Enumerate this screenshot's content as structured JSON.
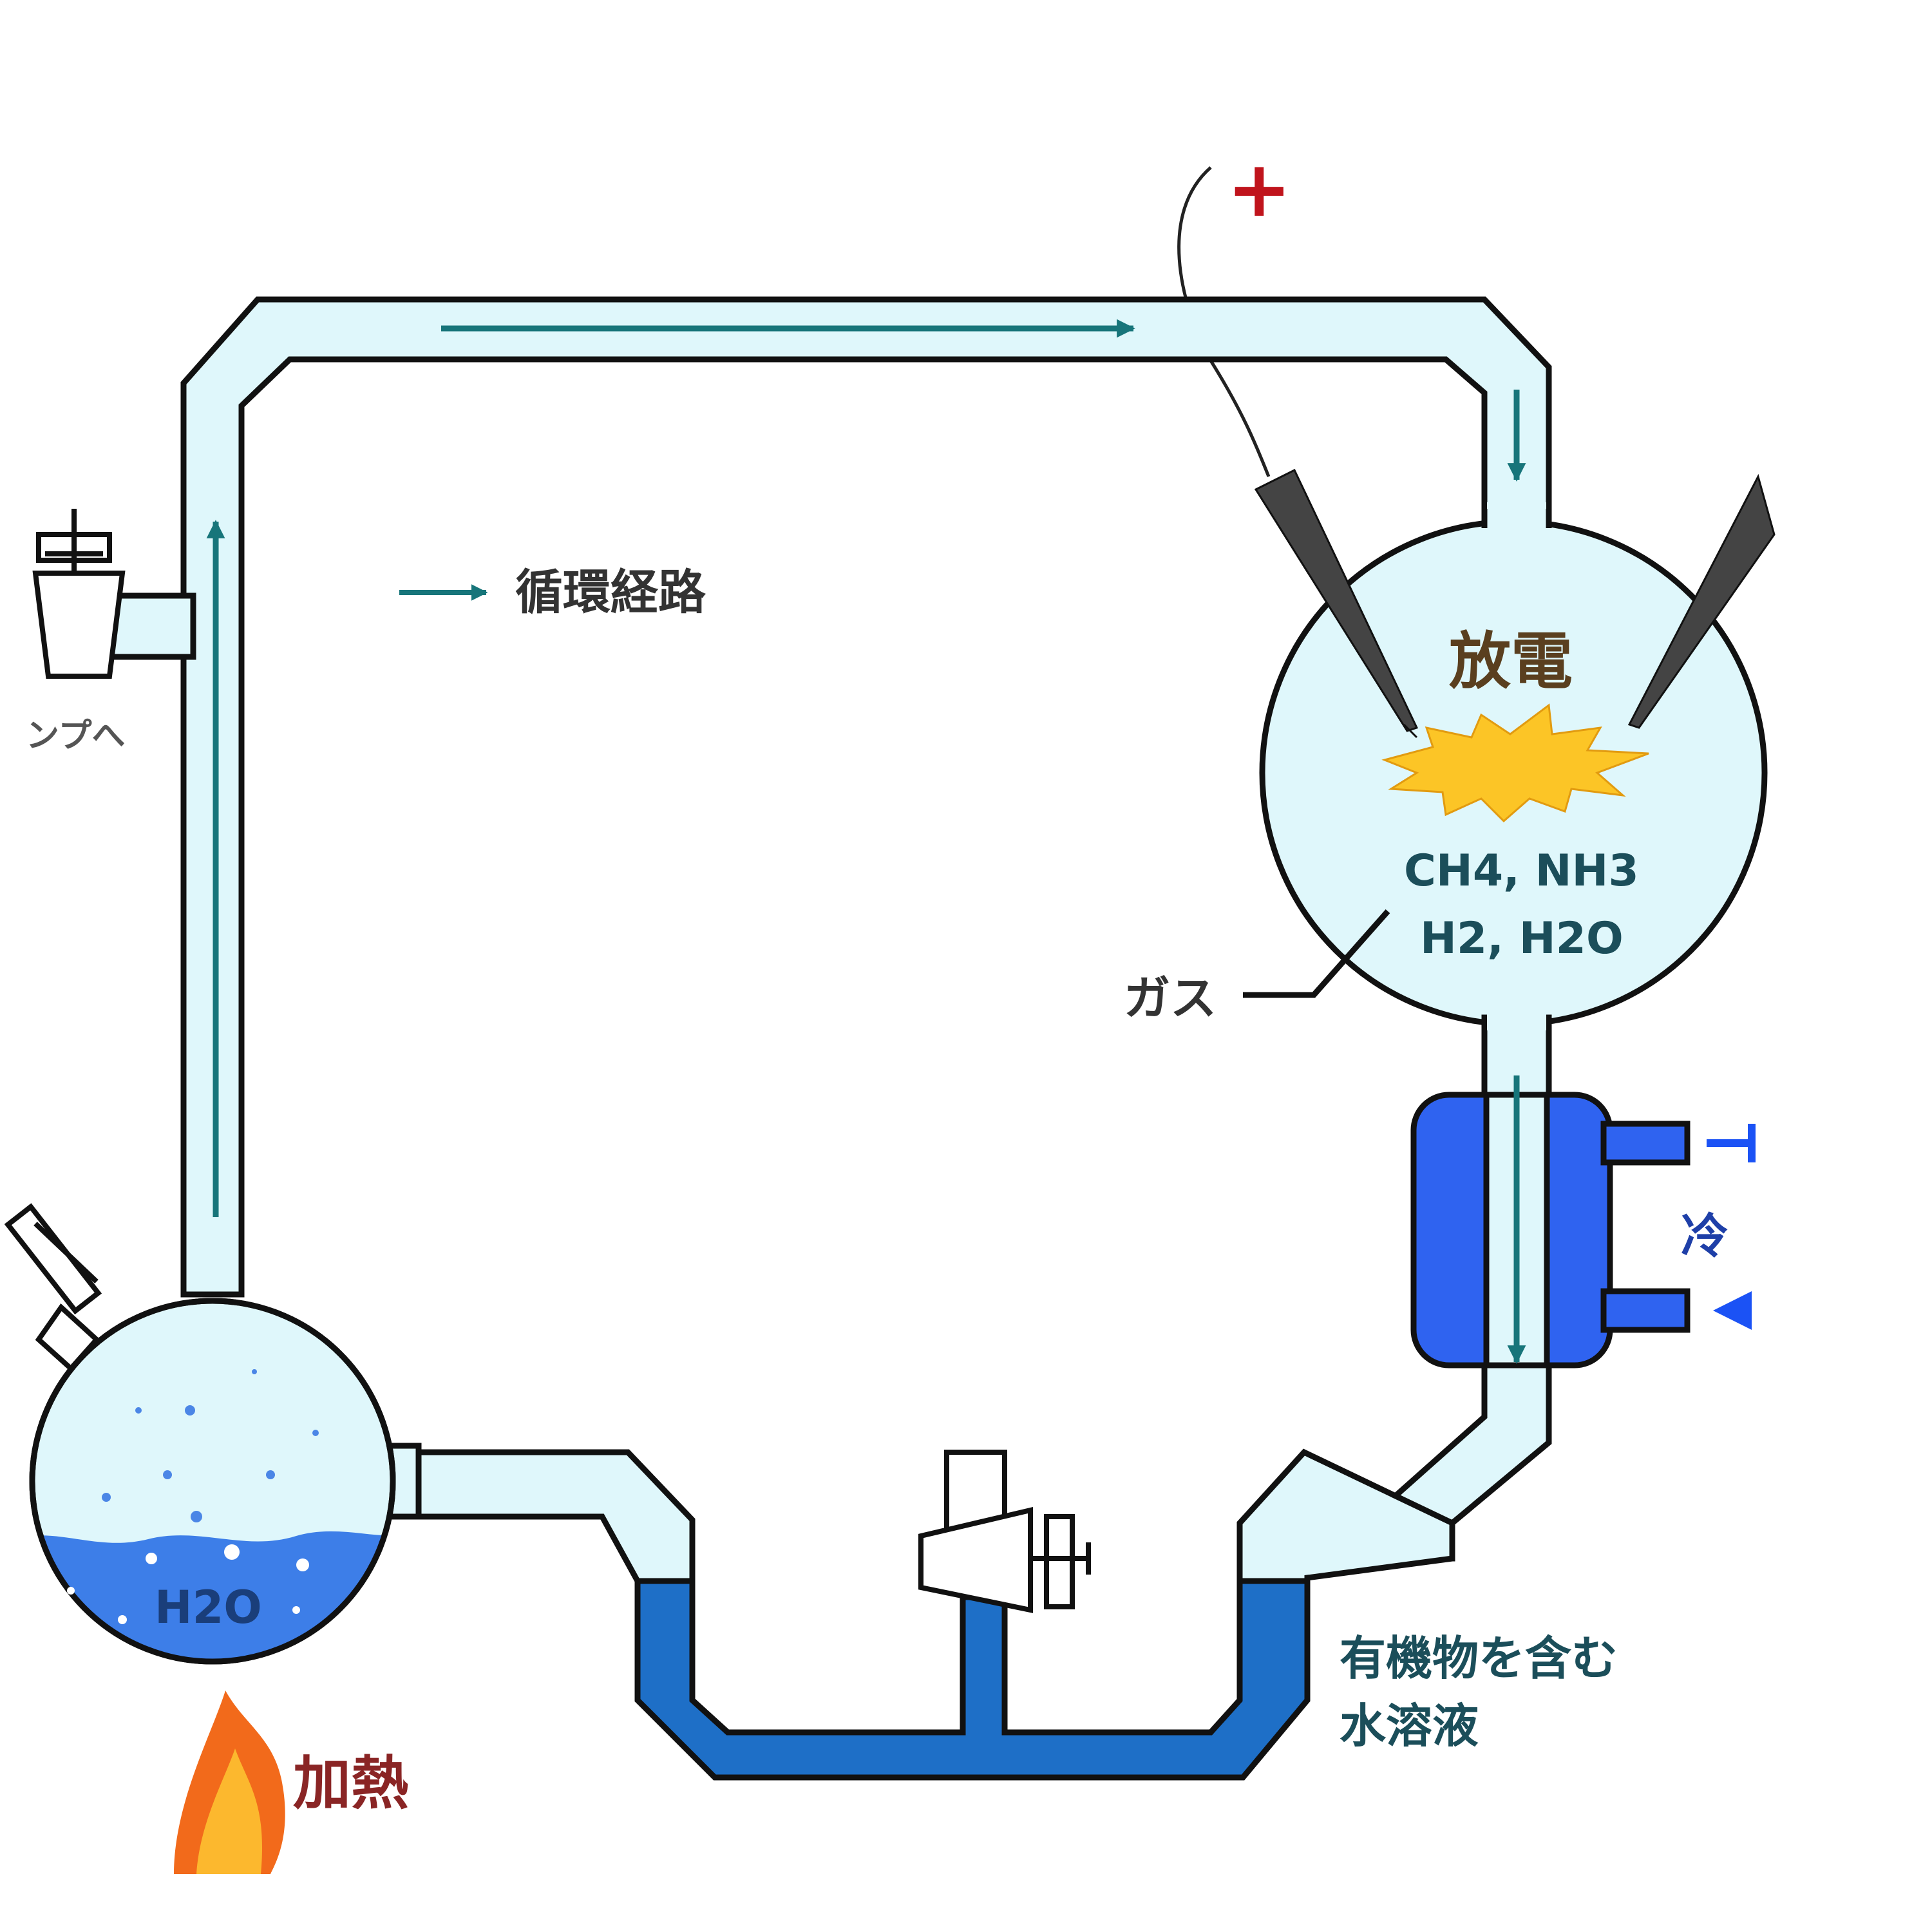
{
  "legend": {
    "label": "循環経路",
    "arrow_color": "#17757a"
  },
  "labels": {
    "discharge": "放電",
    "gas_line1": "CH4, NH3",
    "gas_line2": "H2, H2O",
    "gas": "ガス",
    "pump": "ンプへ",
    "cooling": "冷",
    "heating": "加熱",
    "water": "H2O",
    "solution_line1": "有機物を含む",
    "solution_line2": "水溶液",
    "plus": "+"
  },
  "colors": {
    "tube_fill": "#dff7fb",
    "water": "#3d7ee8",
    "solution": "#1e6fc7",
    "condenser": "#2f63f0",
    "flow_arrow": "#17757a",
    "spark": "#fcc526",
    "flame_outer": "#f26a1b",
    "flame_inner": "#fcb82e",
    "plus": "#c0141c",
    "heat_label": "#8a2525"
  },
  "icons": [
    "spark-icon",
    "flame-icon",
    "electrode-icon",
    "stopcock-icon",
    "flow-arrow-icon"
  ]
}
